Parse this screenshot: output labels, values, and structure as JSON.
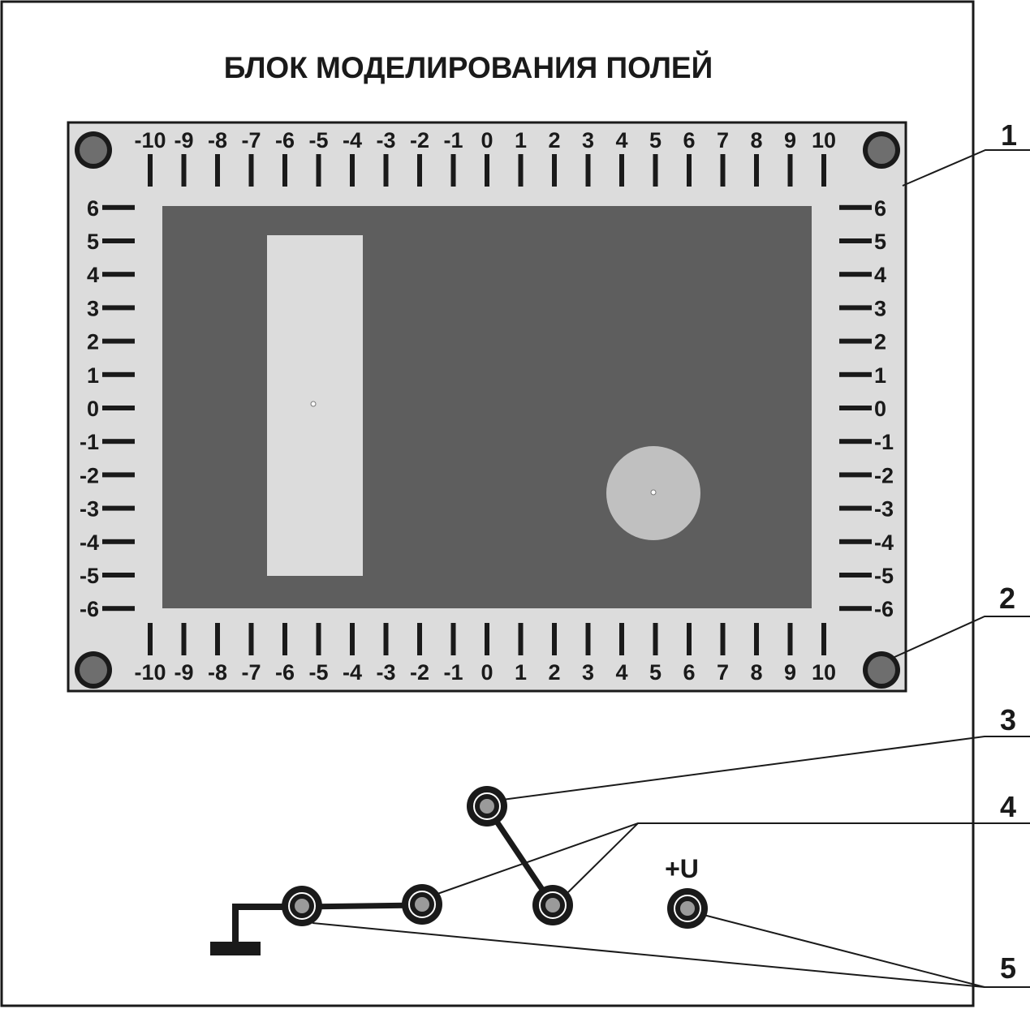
{
  "title": "БЛОК МОДЕЛИРОВАНИЯ ПОЛЕЙ",
  "scale": {
    "x_labels": [
      "-10",
      "-9",
      "-8",
      "-7",
      "-6",
      "-5",
      "-4",
      "-3",
      "-2",
      "-1",
      "0",
      "1",
      "2",
      "3",
      "4",
      "5",
      "6",
      "7",
      "8",
      "9",
      "10"
    ],
    "y_labels": [
      "6",
      "5",
      "4",
      "3",
      "2",
      "1",
      "0",
      "-1",
      "-2",
      "-3",
      "-4",
      "-5",
      "-6"
    ]
  },
  "callouts": [
    "1",
    "2",
    "3",
    "4",
    "5"
  ],
  "terminal_label": "+U",
  "colors": {
    "board": "#dcdcdc",
    "field": "#5e5e5e",
    "electrode": "#dcdcdc",
    "circle_electrode": "#c0c0c0",
    "screw": "#6e6e6e",
    "ink": "#1a1a1a"
  }
}
